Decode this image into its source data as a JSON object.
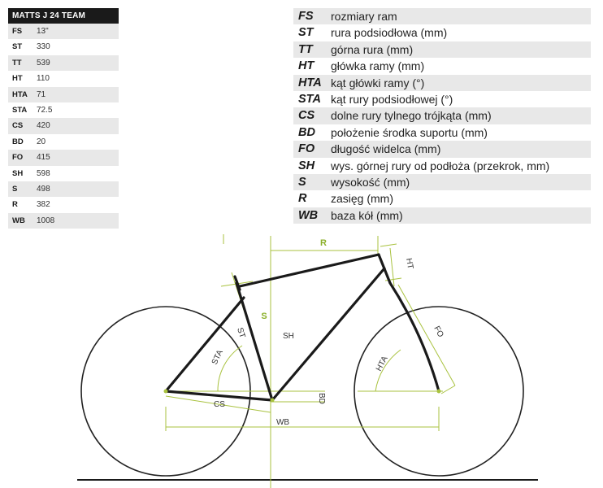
{
  "table": {
    "title": "MATTS J 24 TEAM",
    "rows": [
      {
        "key": "FS",
        "value": "13\""
      },
      {
        "key": "ST",
        "value": "330"
      },
      {
        "key": "TT",
        "value": "539"
      },
      {
        "key": "HT",
        "value": "110"
      },
      {
        "key": "HTA",
        "value": "71"
      },
      {
        "key": "STA",
        "value": "72.5"
      },
      {
        "key": "CS",
        "value": "420"
      },
      {
        "key": "BD",
        "value": "20"
      },
      {
        "key": "FO",
        "value": "415"
      },
      {
        "key": "SH",
        "value": "598"
      },
      {
        "key": "S",
        "value": "498"
      },
      {
        "key": "R",
        "value": "382"
      },
      {
        "key": "WB",
        "value": "1008"
      }
    ]
  },
  "legend": [
    {
      "abbr": "FS",
      "desc": "rozmiary ram"
    },
    {
      "abbr": "ST",
      "desc": "rura podsiodłowa (mm)"
    },
    {
      "abbr": "TT",
      "desc": "górna rura (mm)"
    },
    {
      "abbr": "HT",
      "desc": "główka ramy (mm)"
    },
    {
      "abbr": "HTA",
      "desc": "kąt główki ramy (°)"
    },
    {
      "abbr": "STA",
      "desc": "kąt rury podsiodłowej (°)"
    },
    {
      "abbr": "CS",
      "desc": "dolne rury tylnego trójkąta (mm)"
    },
    {
      "abbr": "BD",
      "desc": "położenie środka suportu (mm)"
    },
    {
      "abbr": "FO",
      "desc": "długość widelca (mm)"
    },
    {
      "abbr": "SH",
      "desc": "wys. górnej rury od podłoża (przekrok, mm)"
    },
    {
      "abbr": "S",
      "desc": "wysokość (mm)"
    },
    {
      "abbr": "R",
      "desc": "zasięg (mm)"
    },
    {
      "abbr": "WB",
      "desc": "baza kół (mm)"
    }
  ],
  "diagram_labels": {
    "r": "R",
    "s": "S",
    "ht": "HT",
    "st": "ST",
    "sh": "SH",
    "fo": "FO",
    "sta": "STA",
    "hta": "HTA",
    "bd": "BD",
    "cs": "CS",
    "wb": "WB"
  },
  "colors": {
    "frame": "#1a1a1a",
    "dimension": "#a9c23f",
    "accent_label": "#8bb02a",
    "wheel": "#222222"
  }
}
